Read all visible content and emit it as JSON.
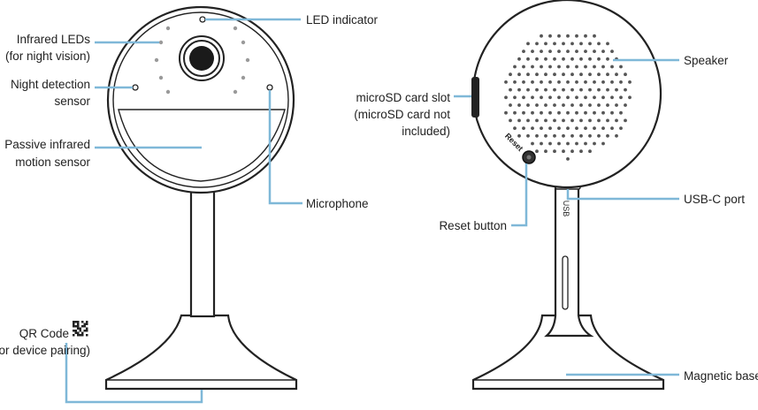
{
  "labels": {
    "led_indicator": "LED indicator",
    "infrared_leds_line1": "Infrared LEDs",
    "infrared_leds_line2": "(for night vision)",
    "night_detection_line1": "Night detection",
    "night_detection_line2": "sensor",
    "pir_line1": "Passive infrared",
    "pir_line2": "motion sensor",
    "microphone": "Microphone",
    "qr_line1": "QR Code",
    "qr_line2": "(for device pairing)",
    "speaker": "Speaker",
    "microsd_line1": "microSD card slot",
    "microsd_line2": "(microSD card not",
    "microsd_line3": "included)",
    "reset_button": "Reset button",
    "usbc_port": "USB-C port",
    "magnetic_base": "Magnetic base"
  },
  "device_markings": {
    "reset": "Reset",
    "usb": "USB"
  },
  "colors": {
    "leader_line": "#7fb8d8",
    "outline": "#222222",
    "text": "#222222"
  },
  "icons": {
    "qr": "qr-code-icon"
  }
}
